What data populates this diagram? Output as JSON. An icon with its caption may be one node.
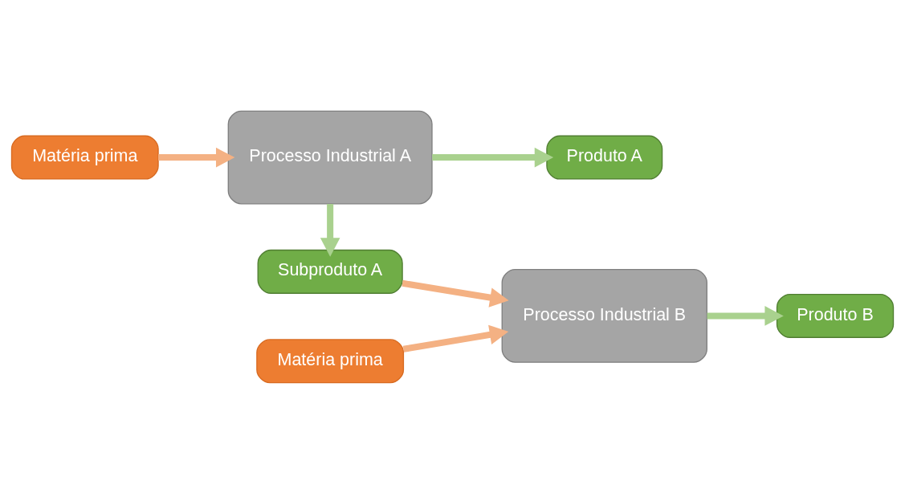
{
  "diagram": {
    "nodes": [
      {
        "text": [
          "Matéria prima"
        ]
      },
      {
        "text": [
          "Processo Industrial A"
        ]
      },
      {
        "text": [
          "Produto A"
        ]
      },
      {
        "text": [
          "Subproduto A"
        ]
      },
      {
        "text": [
          "Processo Industrial B"
        ]
      },
      {
        "text": [
          "Produto B"
        ]
      },
      {
        "text": [
          "Matéria prima"
        ]
      }
    ],
    "edges": [
      {
        "from": 0,
        "to": 1,
        "arrow": "to",
        "color": "#f4b183"
      },
      {
        "from": 1,
        "to": 2,
        "arrow": "to",
        "color": "#a9d18e"
      },
      {
        "from": 1,
        "to": 3,
        "arrow": "to",
        "color": "#a9d18e"
      },
      {
        "from": 3,
        "to": 4,
        "arrow": "to",
        "color": "#f4b183"
      },
      {
        "from": 6,
        "to": 4,
        "arrow": "to",
        "color": "#f4b183"
      },
      {
        "from": 4,
        "to": 5,
        "arrow": "to",
        "color": "#a9d18e"
      }
    ]
  }
}
